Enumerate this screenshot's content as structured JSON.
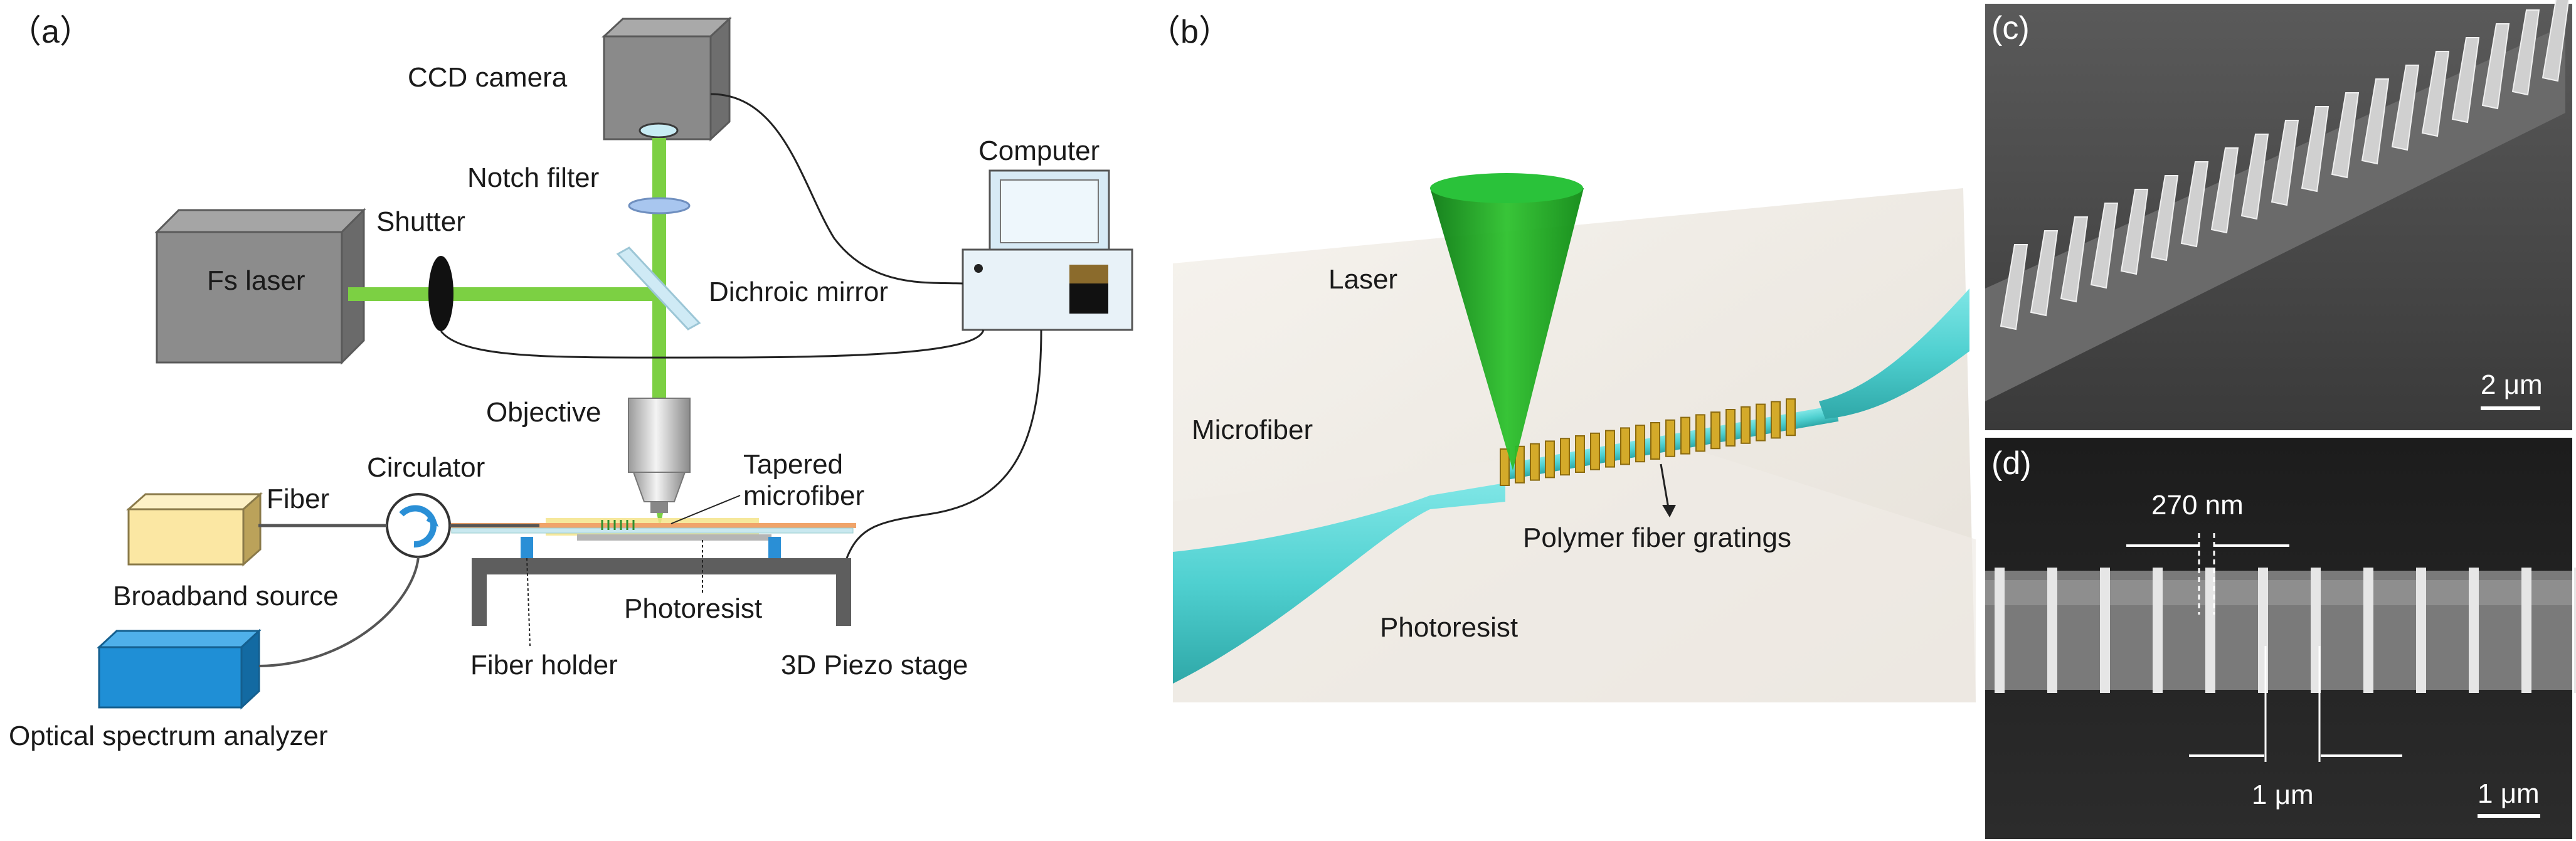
{
  "panels": {
    "a": "（a）",
    "b": "（b）",
    "c": "(c)",
    "d": "(d)"
  },
  "panel_a": {
    "ccd_camera": "CCD camera",
    "notch_filter": "Notch filter",
    "computer": "Computer",
    "shutter": "Shutter",
    "fs_laser": "Fs laser",
    "dichroic_mirror": "Dichroic mirror",
    "objective": "Objective",
    "circulator": "Circulator",
    "tapered_1": "Tapered",
    "tapered_2": "microfiber",
    "fiber": "Fiber",
    "broadband_source": "Broadband source",
    "photoresist": "Photoresist",
    "fiber_holder": "Fiber holder",
    "piezo_stage": "3D Piezo stage",
    "osa": "Optical spectrum analyzer"
  },
  "panel_b": {
    "laser": "Laser",
    "microfiber": "Microfiber",
    "gratings": "Polymer fiber gratings",
    "photoresist": "Photoresist"
  },
  "panel_c": {
    "scale": "2 μm"
  },
  "panel_d": {
    "width_label": "270 nm",
    "period_label": "1 μm",
    "scale": "1 μm"
  },
  "colors": {
    "laser_green": "#7cd043",
    "cone_green": "#1e9e1e",
    "fiber_cyan": "#4fd0d0",
    "grating_gold": "#d4aa2a",
    "sem_dark": "#2e2e2e"
  }
}
